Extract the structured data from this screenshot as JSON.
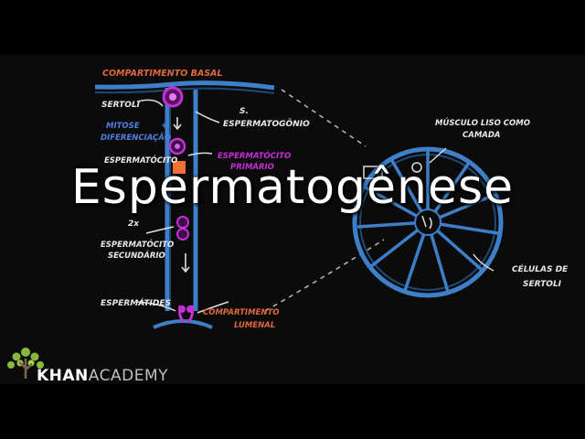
{
  "video": {
    "title": "Espermatogênese"
  },
  "diagram": {
    "labels": {
      "basal": "COMPARTIMENTO BASAL",
      "sertoli": "SERTOLI",
      "s": "S.",
      "mitose": "MITOSE",
      "plus": "+",
      "diferenciacao": "DIFERENCIAÇÃO",
      "espermatogonio": "ESPERMATOGÔNIO",
      "espermatocito_primario_1": "ESPERMATÓCITO",
      "espermatocito_primario_2": "PRIMÁRIO",
      "espermatocito_left": "ESPERMATÓCITO",
      "two_x": "2x",
      "esp_secundario_1": "ESPERMATÓCITO",
      "esp_secundario_2": "SECUNDÁRIO",
      "espermatides": "ESPERMÁTIDES",
      "lumenal_1": "COMPARTIMENTO",
      "lumenal_2": "LUMENAL",
      "musculo_1": "MÚSCULO LISO COMO",
      "musculo_2": "CAMADA",
      "celulas_1": "CÉLULAS DE",
      "celulas_2": "SERTOLI"
    }
  },
  "branding": {
    "logo_text_bold": "KHAN",
    "logo_text_light": "ACADEMY"
  },
  "colors": {
    "label_orange": "#e0683e",
    "label_white": "#e8e8e8",
    "label_blue": "#4f7fe0",
    "tube_blue": "#3d7fc8",
    "cell_magenta": "#c42fd6",
    "highlight_orange": "#f07030",
    "logo_green": "#8ab83c"
  }
}
